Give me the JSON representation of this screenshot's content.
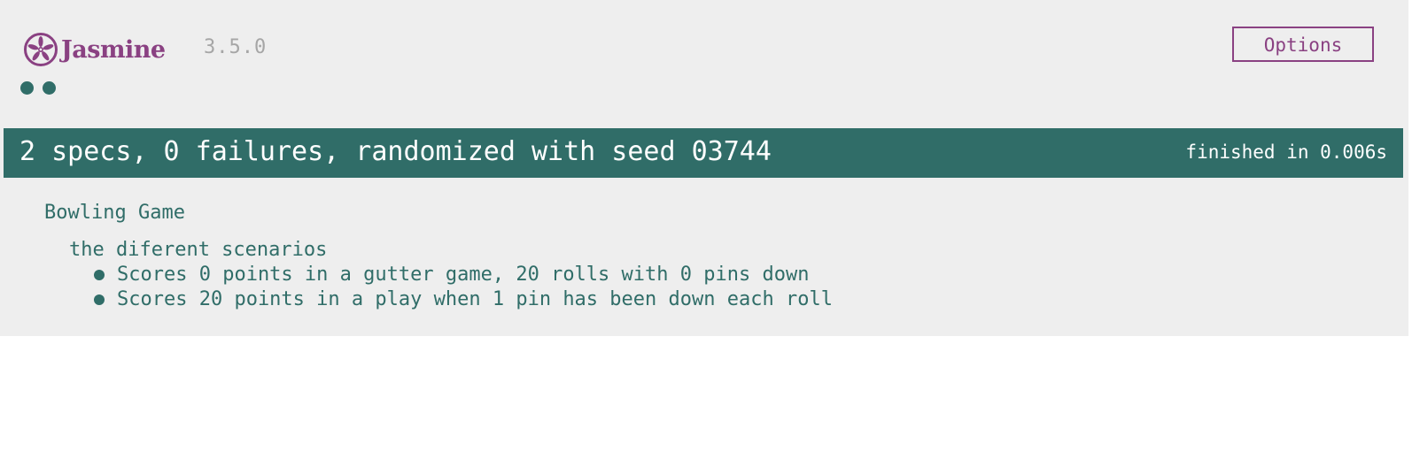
{
  "header": {
    "logo_icon": "jasmine-flower-icon",
    "logo_text": "Jasmine",
    "version": "3.5.0",
    "options_label": "Options"
  },
  "symbol_summary": {
    "passed_count": 2
  },
  "bar": {
    "summary": "2 specs, 0 failures, randomized with seed 03744",
    "duration": "finished in 0.006s",
    "status_color": "#306d68"
  },
  "results": {
    "suite": "Bowling Game",
    "subsuite": "the diferent scenarios",
    "specs": [
      {
        "description": "Scores 0 points in a gutter game, 20 rolls with 0 pins down",
        "status": "passed"
      },
      {
        "description": "Scores 20 points in a play when 1 pin has been down each roll",
        "status": "passed"
      }
    ]
  },
  "colors": {
    "brand": "#8a4182",
    "passed": "#306d68",
    "background": "#eeeeee",
    "version": "#a6a6a6"
  }
}
